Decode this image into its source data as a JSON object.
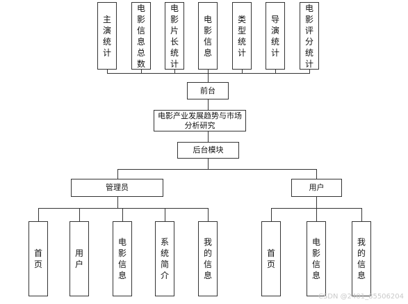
{
  "top_boxes": [
    {
      "id": "lead-actor-stats",
      "label": "主演统计"
    },
    {
      "id": "movie-info-total",
      "label": "电影信息总数"
    },
    {
      "id": "movie-length-stats",
      "label": "电影片长统计"
    },
    {
      "id": "movie-info",
      "label": "电影信息"
    },
    {
      "id": "genre-stats",
      "label": "类型统计"
    },
    {
      "id": "director-stats",
      "label": "导演统计"
    },
    {
      "id": "movie-rating-stats",
      "label": "电影评分统计"
    }
  ],
  "frontend": {
    "label": "前台"
  },
  "system": {
    "label": "电影产业发展趋势与市场分析研究"
  },
  "backend": {
    "label": "后台模块"
  },
  "admin": {
    "label": "管理员",
    "children": [
      {
        "id": "admin-home",
        "label": "首页"
      },
      {
        "id": "admin-user",
        "label": "用户"
      },
      {
        "id": "admin-movie-info",
        "label": "电影信息"
      },
      {
        "id": "admin-system-intro",
        "label": "系统简介"
      },
      {
        "id": "admin-my-info",
        "label": "我的信息"
      }
    ]
  },
  "user": {
    "label": "用户",
    "children": [
      {
        "id": "user-home",
        "label": "首页"
      },
      {
        "id": "user-movie-info",
        "label": "电影信息"
      },
      {
        "id": "user-my-info",
        "label": "我的信息"
      }
    ]
  },
  "watermark": "CSDN @2401_85506204"
}
